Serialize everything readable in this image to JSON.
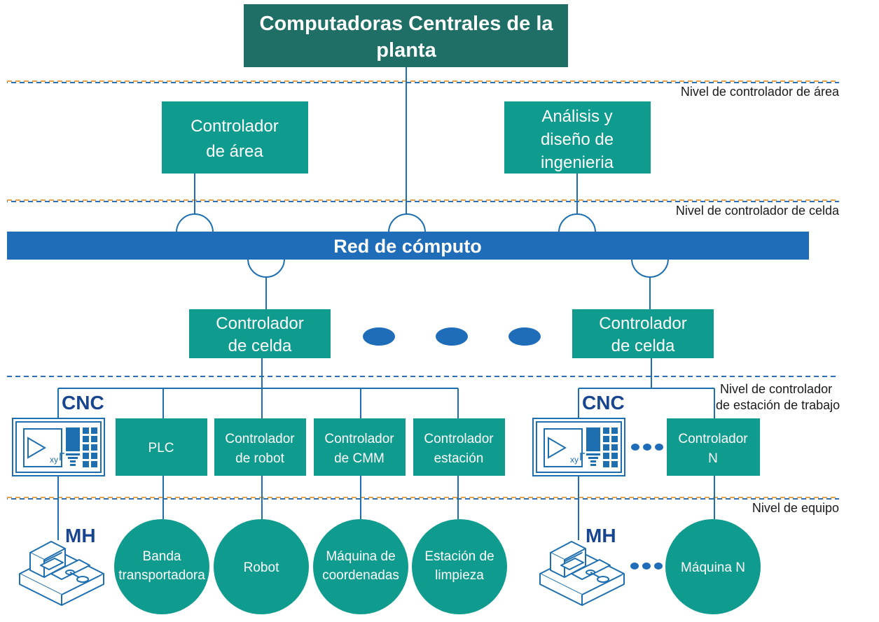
{
  "colors": {
    "dark_teal": "#1f6f66",
    "teal": "#0f9b8e",
    "blue": "#1f6db8",
    "line_blue": "#1e6fb0",
    "dash_orange": "#e8a24a",
    "dash_blue": "#2f6fb5",
    "text_dark_blue": "#17458f"
  },
  "top_box": {
    "line1": "Computadoras Centrales de la",
    "line2": "planta"
  },
  "levels": {
    "area": "Nivel de controlador de área",
    "cell": "Nivel de controlador de celda",
    "station_line1": "Nivel de controlador",
    "station_line2": "de estación de trabajo",
    "equipment": "Nivel de equipo"
  },
  "area_controller": {
    "line1": "Controlador",
    "line2": "de área"
  },
  "engineering": {
    "line1": "Análisis y",
    "line2": "diseño de",
    "line3": "ingenieria"
  },
  "network": {
    "label": "Red de cómputo"
  },
  "cell_controller_left": {
    "line1": "Controlador",
    "line2": "de celda"
  },
  "cell_controller_right": {
    "line1": "Controlador",
    "line2": "de celda"
  },
  "cnc_labels": {
    "left": "CNC",
    "right": "CNC"
  },
  "cnc_screen": {
    "sub": "xy"
  },
  "station_boxes": {
    "plc": "PLC",
    "robot": {
      "line1": "Controlador",
      "line2": "de robot"
    },
    "cmm": {
      "line1": "Controlador",
      "line2": "de CMM"
    },
    "station": {
      "line1": "Controlador",
      "line2": "estación"
    },
    "n": {
      "line1": "Controlador",
      "line2": "N"
    }
  },
  "mh_labels": {
    "left": "MH",
    "right": "MH"
  },
  "equipment": {
    "banda": {
      "line1": "Banda",
      "line2": "transportadora"
    },
    "robot": "Robot",
    "maquina_coord": {
      "line1": "Máquina de",
      "line2": "coordenadas"
    },
    "estacion_limpieza": {
      "line1": "Estación de",
      "line2": "limpieza"
    },
    "maquina_n": "Máquina N"
  }
}
